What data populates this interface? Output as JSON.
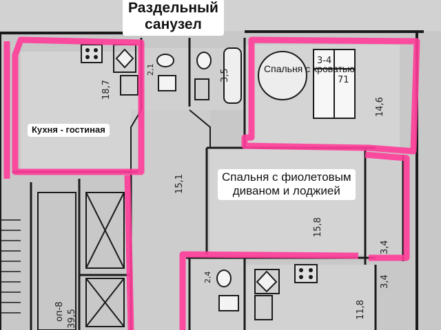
{
  "labels": {
    "bathroom": "Раздельный\nсанузел",
    "bedroom_bed": "Спальня с кроватью",
    "kitchen": "Кухня - гостиная",
    "bedroom_sofa": "Спальня с фиолетовым\nдиваном и лоджией"
  },
  "areas": {
    "kitchen": "18,7",
    "toilet": "2,1",
    "bath": "3,5",
    "bedroom_bed": "14,6",
    "hall": "15,1",
    "bedroom_sofa": "15,8",
    "loggia_a": "3,4",
    "loggia_b": "3,4",
    "bath2": "2,4",
    "kitchen2": "11,8",
    "neighbor": "39,5"
  },
  "stamps": {
    "apt_code": "3-4",
    "apt_area": "71",
    "side_code": "оп-8"
  },
  "colors": {
    "highlight": "#ff3d9a",
    "wall": "#1a1a1a",
    "floor": "#cfcfcf",
    "room": "#d6d6d6"
  }
}
